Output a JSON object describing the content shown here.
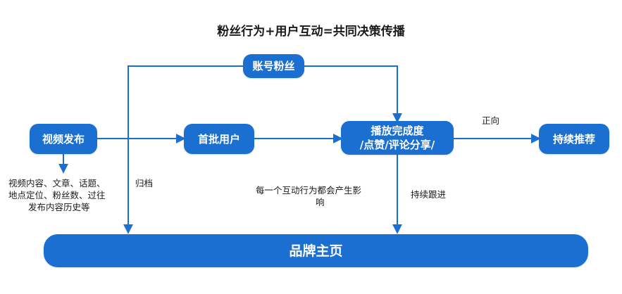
{
  "title": "粉丝行为+用户互动=共同决策传播",
  "colors": {
    "node_fill": "#1a6fd1",
    "connector": "#1a6fd1",
    "text": "#1a1a1a"
  },
  "nodes": {
    "account_fans": "账号粉丝",
    "video_publish": "视频发布",
    "first_users": "首批用户",
    "play_completion_line1": "播放完成度",
    "play_completion_line2": "/点赞/评论分享/",
    "continuous_recommend": "持续推荐",
    "brand_homepage": "品牌主页"
  },
  "labels": {
    "video_details_line1": "视频内容、文章、话题、",
    "video_details_line2": "地点定位、粉丝数、过往",
    "video_details_line3": "发布内容历史等",
    "archive": "归档",
    "interaction_note_line1": "每一个互动行为都会产生影",
    "interaction_note_line2": "响",
    "follow_up": "持续跟进",
    "positive": "正向"
  }
}
